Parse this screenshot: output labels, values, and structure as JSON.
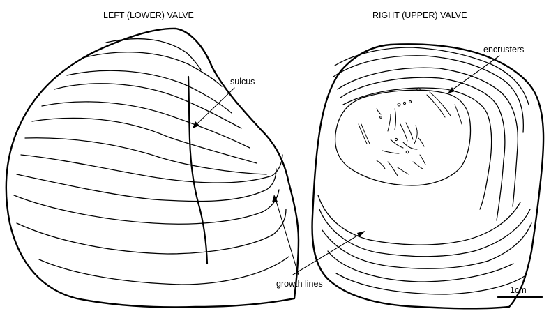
{
  "titles": {
    "left": "LEFT (LOWER) VALVE",
    "right": "RIGHT (UPPER) VALVE"
  },
  "labels": {
    "sulcus": "sulcus",
    "encrusters": "encrusters",
    "growth_lines": "growth lines",
    "scale": "1cm"
  },
  "colors": {
    "stroke": "#000000",
    "background": "#ffffff"
  }
}
